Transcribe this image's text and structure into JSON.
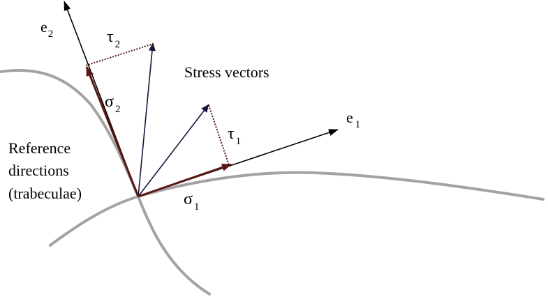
{
  "colors": {
    "curve": "#a3a3a3",
    "axis": "#000000",
    "stress_vector": "#16163a",
    "component": "#5a1515",
    "shear": "#5a1515"
  },
  "labels": {
    "e1": {
      "base": "e",
      "sub": "1"
    },
    "e2": {
      "base": "e",
      "sub": "2"
    },
    "sigma1": {
      "base": "σ",
      "sub": "1"
    },
    "sigma2": {
      "base": "σ",
      "sub": "2"
    },
    "tau1": {
      "base": "τ",
      "sub": "1"
    },
    "tau2": {
      "base": "τ",
      "sub": "2"
    },
    "stress_vectors": "Stress vectors",
    "reference": [
      "Reference",
      "directions",
      "(trabeculae)"
    ]
  }
}
